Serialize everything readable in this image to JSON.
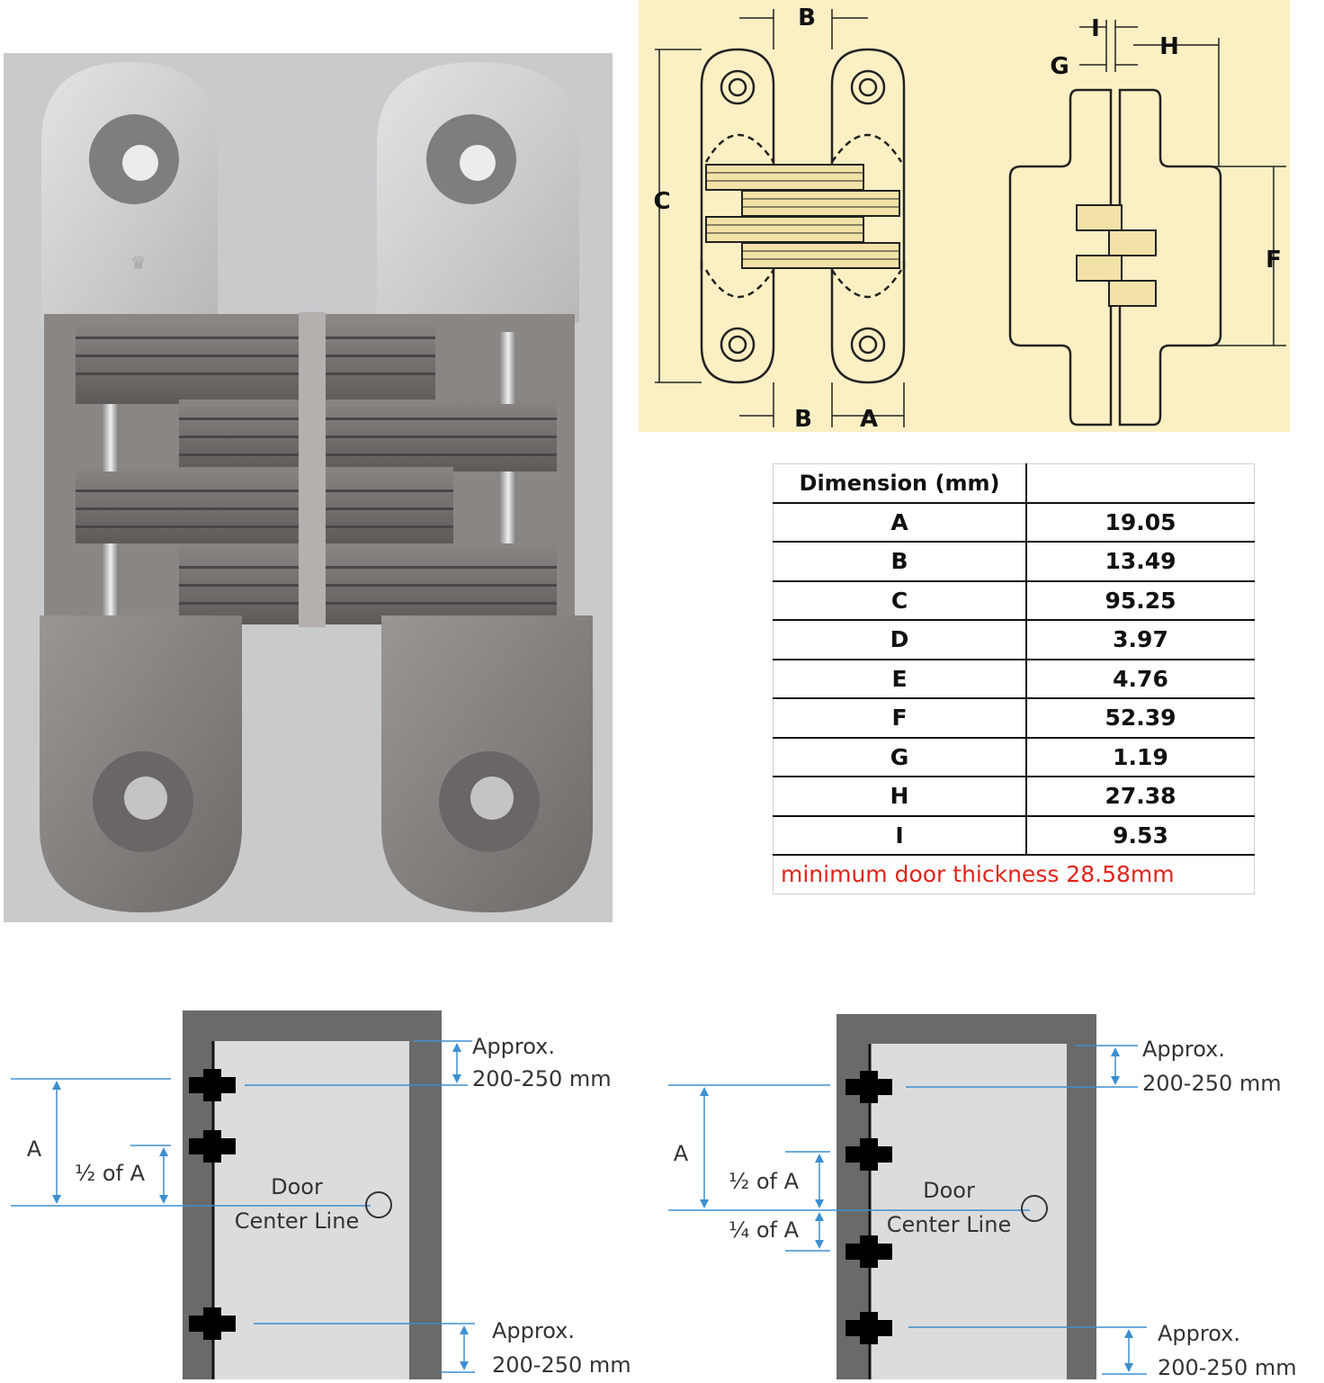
{
  "drawing": {
    "labels": {
      "A": "A",
      "B": "B",
      "C": "C",
      "F": "F",
      "G": "G",
      "H": "H",
      "I": "I"
    }
  },
  "table": {
    "header": "Dimension (mm)",
    "header_value": "",
    "rows": [
      {
        "dim": "A",
        "value": "19.05"
      },
      {
        "dim": "B",
        "value": "13.49"
      },
      {
        "dim": "C",
        "value": "95.25"
      },
      {
        "dim": "D",
        "value": "3.97"
      },
      {
        "dim": "E",
        "value": "4.76"
      },
      {
        "dim": "F",
        "value": "52.39"
      },
      {
        "dim": "G",
        "value": "1.19"
      },
      {
        "dim": "H",
        "value": "27.38"
      },
      {
        "dim": "I",
        "value": "9.53"
      }
    ],
    "note": "minimum door thickness 28.58mm"
  },
  "placement": {
    "left": {
      "label_a": "A",
      "label_half": "½ of A",
      "door_label_1": "Door",
      "door_label_2": "Center Line",
      "top_approx_1": "Approx.",
      "top_approx_2": "200-250 mm",
      "bottom_approx_1": "Approx.",
      "bottom_approx_2": "200-250 mm"
    },
    "right": {
      "label_a": "A",
      "label_half": "½ of A",
      "label_quarter": "¼ of A",
      "door_label_1": "Door",
      "door_label_2": "Center Line",
      "top_approx_1": "Approx.",
      "top_approx_2": "200-250 mm",
      "bottom_approx_1": "Approx.",
      "bottom_approx_2": "200-250 mm"
    }
  },
  "colors": {
    "drawing_bg": "#fbefc4",
    "frame": "#6a6a6a",
    "door": "#dcdcdc",
    "guide_blue": "#3d8fd0",
    "note_red": "#e2231a"
  }
}
